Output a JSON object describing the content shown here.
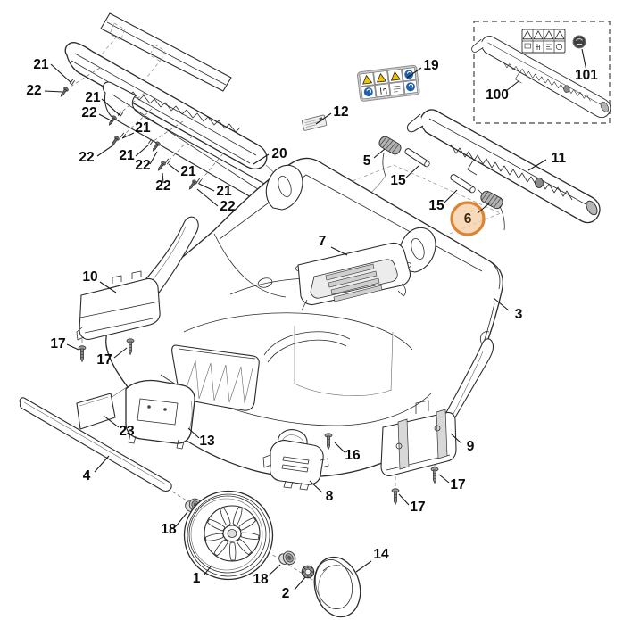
{
  "diagram": {
    "kind": "exploded-parts-diagram",
    "background_color": "#ffffff",
    "line_color": "#2b2b2b",
    "selected_callout": "6",
    "highlight_ring_color": "#DB8434",
    "highlight_fill_color": "#F6CDA4"
  },
  "callouts": [
    {
      "ref": "21"
    },
    {
      "ref": "22"
    },
    {
      "ref": "21"
    },
    {
      "ref": "22"
    },
    {
      "ref": "21"
    },
    {
      "ref": "22"
    },
    {
      "ref": "21"
    },
    {
      "ref": "22"
    },
    {
      "ref": "21"
    },
    {
      "ref": "22"
    },
    {
      "ref": "21"
    },
    {
      "ref": "22"
    },
    {
      "ref": "20"
    },
    {
      "ref": "19"
    },
    {
      "ref": "12"
    },
    {
      "ref": "5"
    },
    {
      "ref": "15"
    },
    {
      "ref": "15"
    },
    {
      "ref": "6",
      "selected": true
    },
    {
      "ref": "11"
    },
    {
      "ref": "100"
    },
    {
      "ref": "101"
    },
    {
      "ref": "7"
    },
    {
      "ref": "3"
    },
    {
      "ref": "10"
    },
    {
      "ref": "17"
    },
    {
      "ref": "17"
    },
    {
      "ref": "23"
    },
    {
      "ref": "13"
    },
    {
      "ref": "4"
    },
    {
      "ref": "18"
    },
    {
      "ref": "16"
    },
    {
      "ref": "9"
    },
    {
      "ref": "17"
    },
    {
      "ref": "17"
    },
    {
      "ref": "1"
    },
    {
      "ref": "18"
    },
    {
      "ref": "2"
    },
    {
      "ref": "14"
    },
    {
      "ref": "8"
    }
  ],
  "safety_labels": {
    "label_19": {
      "plate_color": "#c9c9c9",
      "warning_yellow": "#F2C300",
      "mandatory_blue": "#2060AE",
      "pictograms": [
        "warning-general-icon",
        "warning-blade-icon",
        "warning-thrown-objects-icon",
        "mandatory-blue-icon",
        "mandatory-blue-icon",
        "keep-bystanders-away-icon",
        "read-manual-icon",
        "mandatory-blue-icon"
      ]
    },
    "label_101": {
      "pictograms": [
        "warning-triangle-icon",
        "warning-triangle-icon",
        "warning-triangle-icon",
        "warning-triangle-icon",
        "read-manual-icon",
        "keep-bystanders-away-icon",
        "stop-engine-icon",
        "rotating-blade-icon"
      ],
      "badge": "dark-round-badge-icon"
    },
    "label_12": "model-plate-micro-text"
  }
}
